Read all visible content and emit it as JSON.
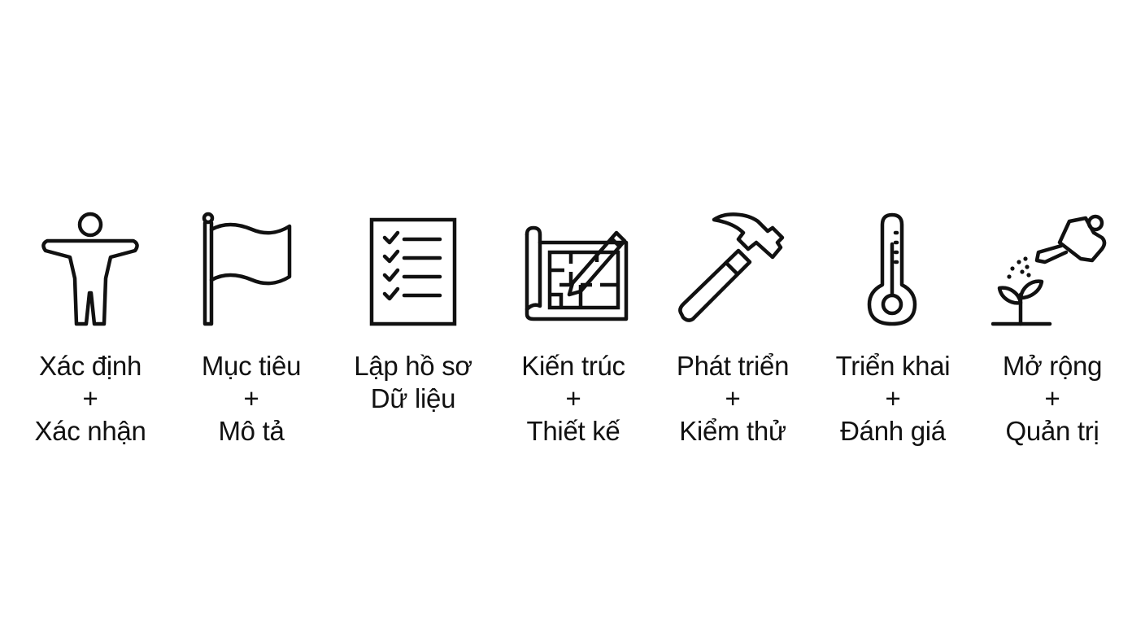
{
  "steps": [
    {
      "icon": "person-outline-icon",
      "lines": [
        "Xác định",
        "+",
        "Xác nhận"
      ]
    },
    {
      "icon": "flag-icon",
      "lines": [
        "Mục tiêu",
        "+",
        "Mô tả"
      ]
    },
    {
      "icon": "checklist-icon",
      "lines": [
        "Lập hồ sơ",
        "Dữ liệu"
      ]
    },
    {
      "icon": "blueprint-pencil-icon",
      "lines": [
        "Kiến trúc",
        "+",
        "Thiết kế"
      ]
    },
    {
      "icon": "hammer-icon",
      "lines": [
        "Phát triển",
        "+",
        "Kiểm thử"
      ]
    },
    {
      "icon": "thermometer-icon",
      "lines": [
        "Triển khai",
        "+",
        "Đánh giá"
      ]
    },
    {
      "icon": "watering-can-plant-icon",
      "lines": [
        "Mở rộng",
        "+",
        "Quản trị"
      ]
    }
  ]
}
